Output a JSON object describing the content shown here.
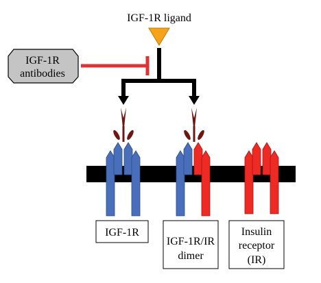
{
  "ligand": {
    "label": "IGF-1R ligand",
    "color": "#f5a31a"
  },
  "antibodies": {
    "line1": "IGF-1R",
    "line2": "antibodies",
    "box_fill": "#c4c4c4",
    "inhibitor_color": "#e03232"
  },
  "receptors": [
    {
      "id": "igf1r",
      "lines": [
        "IGF-1R"
      ]
    },
    {
      "id": "hybrid",
      "lines": [
        "IGF-1R/IR",
        "dimer"
      ]
    },
    {
      "id": "ir",
      "lines": [
        "Insulin",
        "receptor",
        "(IR)"
      ]
    }
  ],
  "colors": {
    "igf1r": "#4a6fba",
    "ir": "#ee2a24",
    "membrane": "#000000",
    "antibody": "#6e1612"
  }
}
